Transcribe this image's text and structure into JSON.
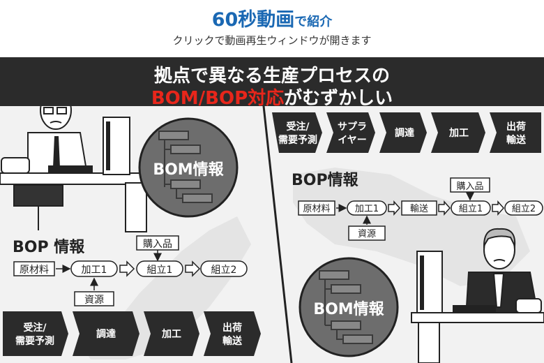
{
  "header": {
    "title_big": "60秒動画",
    "title_small": "で紹介",
    "subtitle": "クリックで動画再生ウィンドウが開きます"
  },
  "banner": {
    "line1": "拠点で異なる生産プロセスの",
    "line2_red": "BOM/BOP対応",
    "line2_rest": "がむずかしい"
  },
  "colors": {
    "accent_blue": "#1a68b3",
    "accent_red": "#e8261b",
    "dark_band": "#2b2b2b"
  },
  "left": {
    "bom_label": "BOM情報",
    "bop_title": "BOP 情報",
    "flow": {
      "raw": "原材料",
      "proc1": "加工1",
      "asm1": "組立1",
      "asm2": "組立2",
      "purchased": "購入品",
      "resource": "資源"
    },
    "steps": [
      {
        "line1": "受注/",
        "line2": "需要予測"
      },
      {
        "line1": "調達",
        "line2": ""
      },
      {
        "line1": "加工",
        "line2": ""
      },
      {
        "line1": "出荷",
        "line2": "輸送"
      }
    ]
  },
  "right": {
    "steps": [
      {
        "line1": "受注/",
        "line2": "需要予測"
      },
      {
        "line1": "サプラ",
        "line2": "イヤー"
      },
      {
        "line1": "調達",
        "line2": ""
      },
      {
        "line1": "加工",
        "line2": ""
      },
      {
        "line1": "出荷",
        "line2": "輸送"
      }
    ],
    "bop_title": "BOP情報",
    "flow": {
      "raw": "原材料",
      "proc1": "加工1",
      "transport": "輸送",
      "asm1": "組立1",
      "asm2": "組立2",
      "purchased": "購入品",
      "resource": "資源"
    },
    "bom_label": "BOM情報"
  }
}
